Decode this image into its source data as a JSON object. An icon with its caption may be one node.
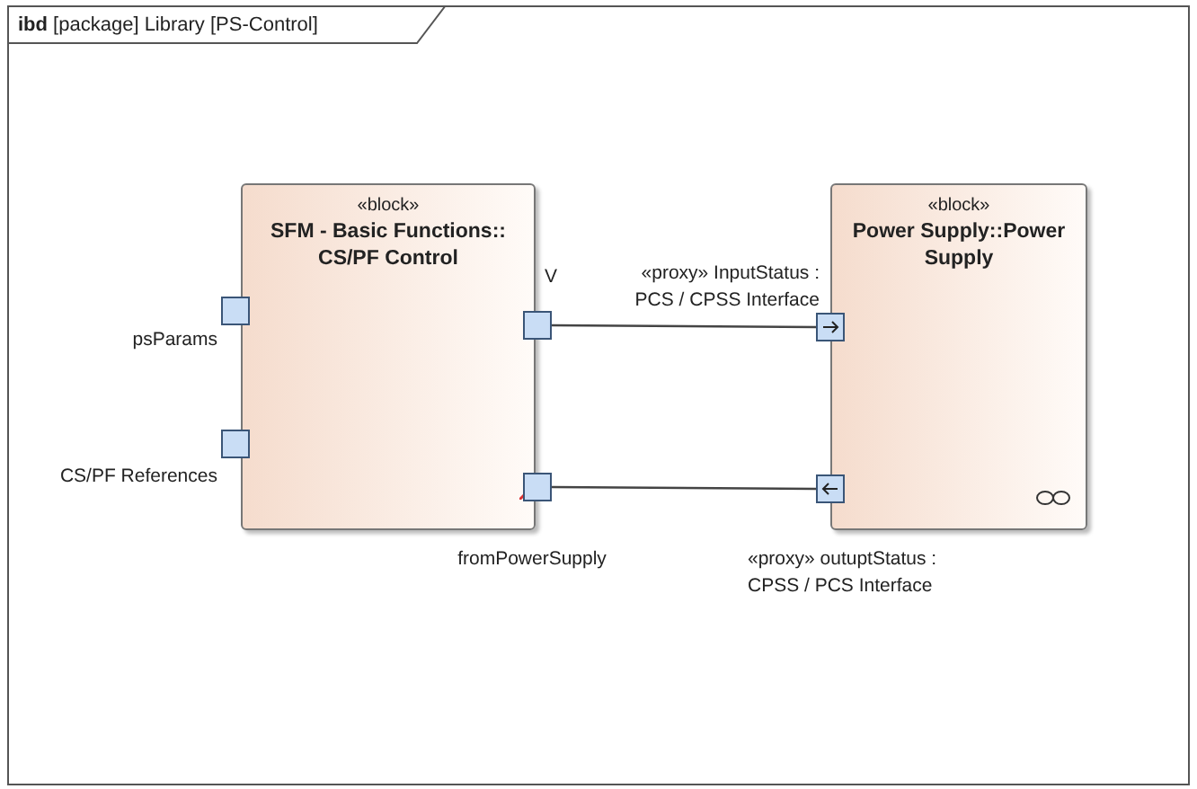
{
  "diagram": {
    "nodes": [
      {
        "text": [
          "**ibd** [package] Library [PS-Control]"
        ]
      },
      {
        "text": [
          "«block»",
          "SFM - Basic Functions:: CS/PF Control"
        ],
        "in": 0
      },
      {
        "text": [
          "«block»",
          "Power Supply::Power Supply"
        ],
        "in": 0
      },
      {
        "text": [],
        "shape": "box",
        "in": 0,
        "beside": [
          "psParams"
        ]
      },
      {
        "text": [],
        "shape": "box",
        "in": 0,
        "beside": [
          "CS/PF References"
        ]
      },
      {
        "text": [],
        "shape": "box",
        "in": 0
      },
      {
        "text": [],
        "shape": "box",
        "in": 0
      },
      {
        "text": [],
        "shape": "box",
        "in": 0,
        "beside": [
          "«proxy» InputStatus : PCS / CPSS Interface"
        ]
      },
      {
        "text": [],
        "shape": "box",
        "in": 0
      }
    ],
    "edges": [
      {
        "from": 5,
        "to": 7,
        "arrow": "none"
      },
      {
        "from": 6,
        "to": 8,
        "arrow": "none"
      }
    ],
    "labels": [
      "V",
      "fromPowerSupply",
      "«proxy» outuptStatus : CPSS / PCS Interface"
    ]
  }
}
